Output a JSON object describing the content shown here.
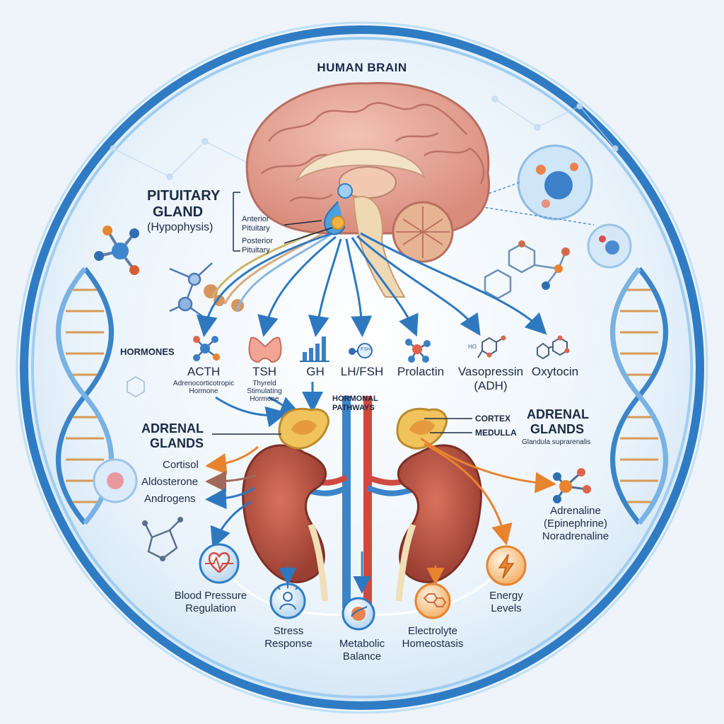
{
  "title": "HUMAN BRAIN",
  "pituitary": {
    "title_line1": "PITUITARY",
    "title_line2": "GLAND",
    "subtitle": "(Hypophysis)",
    "anterior_line1": "Anterior",
    "anterior_line2": "Pituitary",
    "posterior_line1": "Posterior",
    "posterior_line2": "Pituitary"
  },
  "hormones_label": "HORMONES",
  "hormones": [
    {
      "name": "ACTH",
      "sub1": "Adrenocorticotropic",
      "sub2": "Hormone",
      "icon": "molecule-icon"
    },
    {
      "name": "TSH",
      "sub1": "Thyreld",
      "sub2": "Stimulating",
      "sub3": "Hormone",
      "icon": "thyroid-icon"
    },
    {
      "name": "GH",
      "icon": "bar-growth-icon"
    },
    {
      "name": "LH/FSH",
      "icon_text": "FSH",
      "icon": "fsh-molecule-icon"
    },
    {
      "name": "Prolactin",
      "icon": "molecule-icon"
    },
    {
      "name": "Vasopressin",
      "name2": "(ADH)",
      "icon_text": "HO",
      "icon": "ring-molecule-icon"
    },
    {
      "name": "Oxytocin",
      "icon": "ring-molecule-icon"
    }
  ],
  "hormonal_pathways_line1": "HORMONAL",
  "hormonal_pathways_line2": "PATHWAYS",
  "adrenal_left": {
    "line1": "ADRENAL",
    "line2": "GLANDS"
  },
  "adrenal_right": {
    "line1": "ADRENAL",
    "line2": "GLANDS",
    "latin": "Glandula suprarenalis"
  },
  "cortex_label": "CORTEX",
  "medulla_label": "MEDULLA",
  "cortex_hormones": [
    "Cortisol",
    "Aldosterone",
    "Androgens"
  ],
  "medulla_hormones": {
    "line1": "Adrenaline",
    "line2": "(Epinephrine)",
    "line3": "Noradrenaline"
  },
  "effects": [
    {
      "line1": "Blood Pressure",
      "line2": "Regulation",
      "icon": "heart-pulse-icon"
    },
    {
      "line1": "Stress",
      "line2": "Response",
      "icon": "person-stress-icon"
    },
    {
      "line1": "Metabolic",
      "line2": "Balance",
      "icon": "cell-icon"
    },
    {
      "line1": "Electrolyte",
      "line2": "Homeostasis",
      "icon": "hexagon-molecule-icon"
    },
    {
      "line1": "Energy",
      "line2": "Levels",
      "icon": "lightning-icon"
    }
  ],
  "colors": {
    "frame_blue": "#2f7cc4",
    "arrow_blue": "#2e78c0",
    "arrow_orange": "#e8832e",
    "brain_pink": "#e9a595",
    "kidney_red": "#b5503f",
    "adrenal_yellow": "#f0c35c",
    "text_dark": "#1b2a44"
  }
}
